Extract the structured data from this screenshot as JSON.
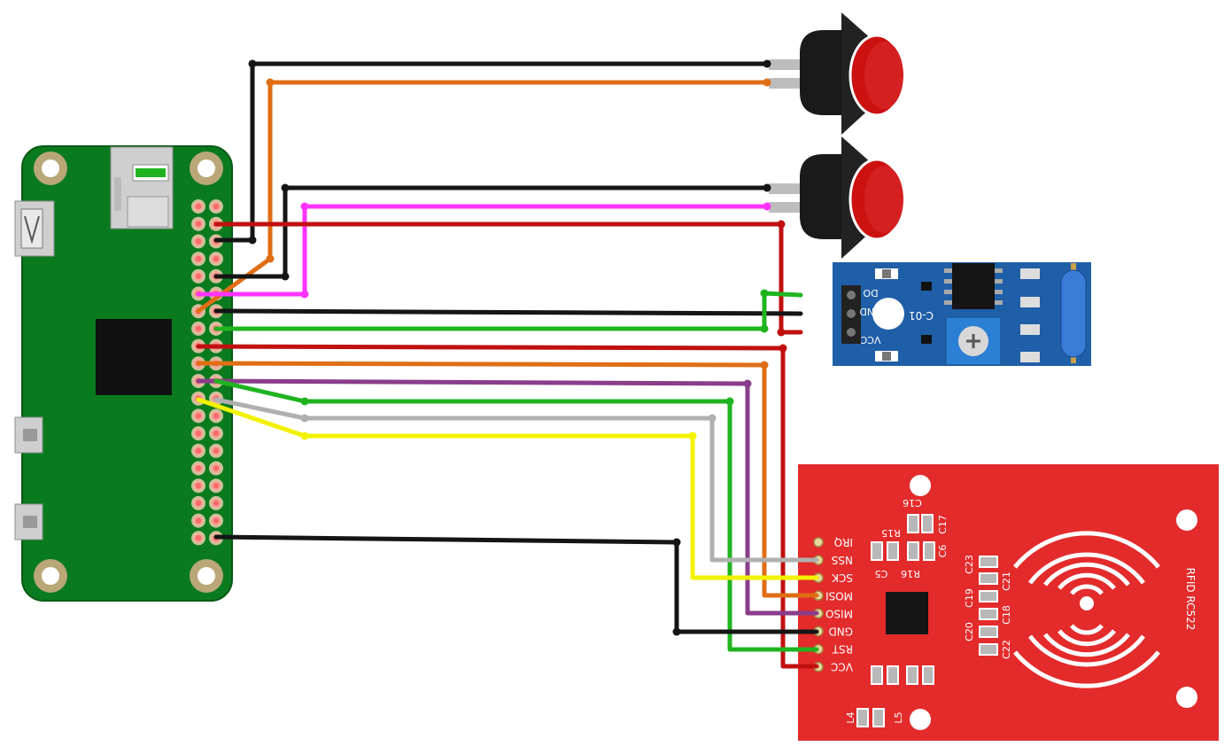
{
  "modules": {
    "ir_sensor": {
      "pin_labels": [
        "DO",
        "GND",
        "VCC"
      ],
      "label": "C-01"
    },
    "rfid": {
      "title": "RFID RC522",
      "pin_labels": [
        "IRQ",
        "NSS",
        "SCK",
        "MOSI",
        "MISO",
        "GND",
        "RST",
        "VCC"
      ],
      "components": [
        "C16",
        "C17",
        "R15",
        "C6",
        "C5",
        "R16",
        "C23",
        "C21",
        "C19",
        "C18",
        "C20",
        "C22",
        "L4",
        "L5"
      ]
    }
  },
  "colors": {
    "board": "#0a7a1e",
    "rfid": "#e32b2b",
    "sensor": "#1f5fa8",
    "button": "#cc1111",
    "wire_black": "#151515",
    "wire_orange": "#e06e15",
    "wire_magenta": "#ff33ff",
    "wire_red": "#c11010",
    "wire_green": "#1fb41f",
    "wire_purple": "#8a3d8a",
    "wire_gray": "#b0b0b0",
    "wire_yellow": "#f2f200"
  }
}
